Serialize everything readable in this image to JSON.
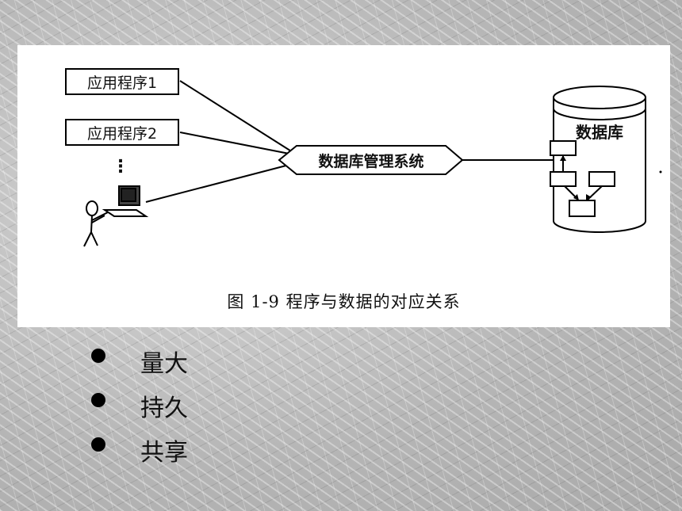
{
  "diagram": {
    "app1_label": "应用程序1",
    "app2_label": "应用程序2",
    "ellipsis": "⋮",
    "dbms_label": "数据库管理系统",
    "database_label": "数据库",
    "caption": "图 1-9    程序与数据的对应关系"
  },
  "bullets": [
    {
      "text": "量大"
    },
    {
      "text": "持久"
    },
    {
      "text": "共享"
    }
  ]
}
